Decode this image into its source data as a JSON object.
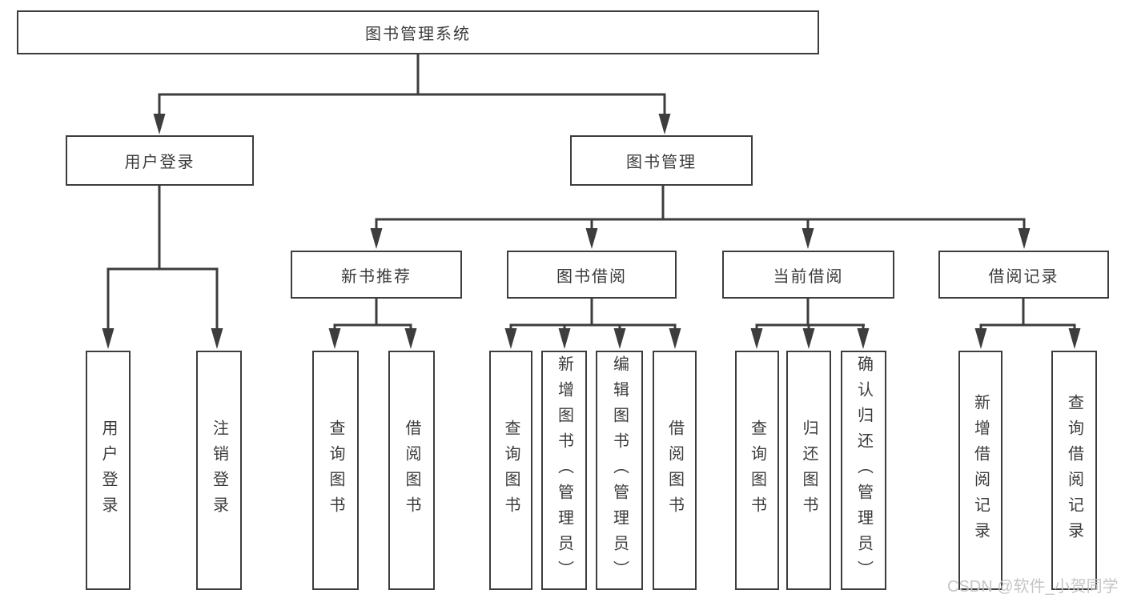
{
  "diagram": {
    "watermark": "CSDN @软件_小贺同学",
    "colors": {
      "line": "#3d3d3d",
      "text": "#3b3b3b",
      "box_background": "#ffffff",
      "watermark_text": "#c5c5c5"
    },
    "nodes": [
      {
        "id": "library-system",
        "label": "图书管理系统",
        "parent": null,
        "orientation": "horizontal"
      },
      {
        "id": "user-login",
        "label": "用户登录",
        "parent": "library-system",
        "orientation": "horizontal"
      },
      {
        "id": "book-management",
        "label": "图书管理",
        "parent": "library-system",
        "orientation": "horizontal"
      },
      {
        "id": "new-book-recommend",
        "label": "新书推荐",
        "parent": "book-management",
        "orientation": "horizontal"
      },
      {
        "id": "book-borrow",
        "label": "图书借阅",
        "parent": "book-management",
        "orientation": "horizontal"
      },
      {
        "id": "current-borrow",
        "label": "当前借阅",
        "parent": "book-management",
        "orientation": "horizontal"
      },
      {
        "id": "borrow-records",
        "label": "借阅记录",
        "parent": "book-management",
        "orientation": "horizontal"
      },
      {
        "id": "user-login-action",
        "label": "用户登录",
        "parent": "user-login",
        "orientation": "vertical"
      },
      {
        "id": "logout-action",
        "label": "注销登录",
        "parent": "user-login",
        "orientation": "vertical"
      },
      {
        "id": "query-books-recommend",
        "label": "查询图书",
        "parent": "new-book-recommend",
        "orientation": "vertical"
      },
      {
        "id": "borrow-books-recommend",
        "label": "借阅图书",
        "parent": "new-book-recommend",
        "orientation": "vertical"
      },
      {
        "id": "query-books-borrow",
        "label": "查询图书",
        "parent": "book-borrow",
        "orientation": "vertical"
      },
      {
        "id": "add-books-admin",
        "label": "新增图书（管理员）",
        "parent": "book-borrow",
        "orientation": "vertical"
      },
      {
        "id": "edit-books-admin",
        "label": "编辑图书（管理员）",
        "parent": "book-borrow",
        "orientation": "vertical"
      },
      {
        "id": "borrow-books-action",
        "label": "借阅图书",
        "parent": "book-borrow",
        "orientation": "vertical"
      },
      {
        "id": "query-books-current",
        "label": "查询图书",
        "parent": "current-borrow",
        "orientation": "vertical"
      },
      {
        "id": "return-books",
        "label": "归还图书",
        "parent": "current-borrow",
        "orientation": "vertical"
      },
      {
        "id": "confirm-return-admin",
        "label": "确认归还（管理员）",
        "parent": "current-borrow",
        "orientation": "vertical"
      },
      {
        "id": "add-borrow-record",
        "label": "新增借阅记录",
        "parent": "borrow-records",
        "orientation": "vertical"
      },
      {
        "id": "query-borrow-record",
        "label": "查询借阅记录",
        "parent": "borrow-records",
        "orientation": "vertical"
      }
    ]
  }
}
